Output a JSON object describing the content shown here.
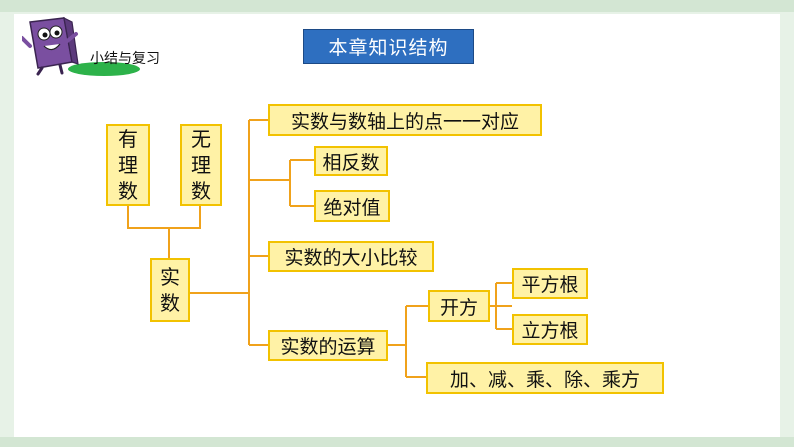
{
  "slide": {
    "section_label": "小结与复习",
    "title": "本章知识结构"
  },
  "tree": {
    "rational": [
      "有",
      "理",
      "数"
    ],
    "irrational": [
      "无",
      "理",
      "数"
    ],
    "real": [
      "实",
      "数"
    ],
    "branch_correspondence": "实数与数轴上的点一一对应",
    "opposite": "相反数",
    "absolute_value": "绝对值",
    "branch_compare": "实数的大小比较",
    "branch_operations": "实数的运算",
    "roots": "开方",
    "square_root": "平方根",
    "cube_root": "立方根",
    "arithmetic": "加、减、乘、除、乘方"
  },
  "colors": {
    "box_fill": "#fff2a6",
    "box_border": "#f2c200",
    "line": "#f0a21b",
    "title_fill": "#2e6fc0"
  }
}
